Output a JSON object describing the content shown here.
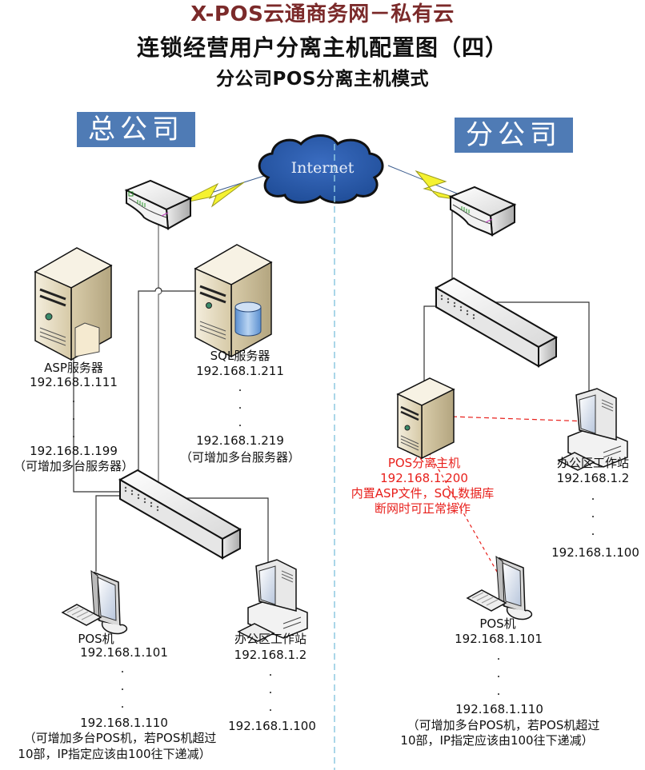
{
  "header": {
    "title": "X-POS云通商务网－私有云",
    "subtitle": "连锁经营用户分离主机配置图（四）",
    "mode": "分公司POS分离主机模式"
  },
  "colors": {
    "title": "#7b2a2a",
    "badge": "#4f7bb5",
    "highlight": "#e8201c",
    "cloud": "#2b5aa8",
    "divider": "#8ec8e0"
  },
  "cloud": {
    "label": "Internet",
    "icon": "cloud-icon"
  },
  "headquarters": {
    "badge": "总公司",
    "asp_server": {
      "name": "ASP服务器",
      "ip": "192.168.1.111",
      "ip_end": "192.168.1.199",
      "note": "（可增加多台服务器）",
      "icon": "server-folder-icon"
    },
    "sql_server": {
      "name": "SQL服务器",
      "ip": "192.168.1.211",
      "ip_end": "192.168.1.219",
      "note": "（可增加多台服务器）",
      "icon": "server-database-icon"
    },
    "pos": {
      "name": "POS机",
      "ip": "192.168.1.101",
      "ip_end": "192.168.1.110",
      "note_line1": "（可增加多台POS机，若POS机超过",
      "note_line2": "10部，IP指定应该由100往下递减）",
      "icon": "monitor-keyboard-icon"
    },
    "workstation": {
      "name": "办公区工作站",
      "ip": "192.168.1.2",
      "ip_end": "192.168.1.100",
      "icon": "desktop-pc-icon"
    }
  },
  "branch": {
    "badge": "分公司",
    "pos_host": {
      "name": "POS分离主机",
      "ip": "192.168.1.200",
      "desc1": "内置ASP文件，SQL数据库",
      "desc2": "断网时可正常操作",
      "icon": "server-icon"
    },
    "workstation": {
      "name": "办公区工作站",
      "ip": "192.168.1.2",
      "ip_end": "192.168.1.100",
      "icon": "desktop-pc-icon"
    },
    "pos": {
      "name": "POS机",
      "ip": "192.168.1.101",
      "ip_end": "192.168.1.110",
      "note_line1": "（可增加多台POS机，若POS机超过",
      "note_line2": "10部，IP指定应该由100往下递减）",
      "icon": "monitor-keyboard-icon"
    }
  },
  "ellipsis": "."
}
